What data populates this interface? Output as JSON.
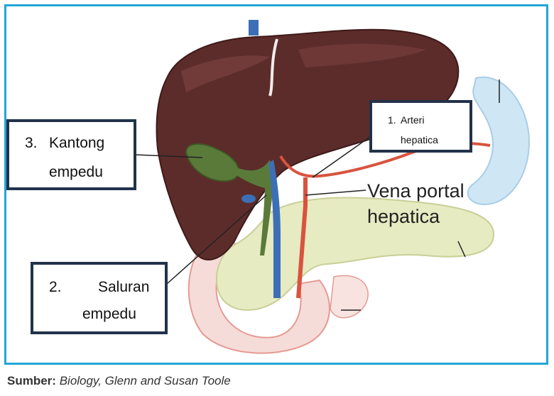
{
  "labels": {
    "kantong": {
      "number": "3.",
      "line1": "Kantong",
      "line2": "empedu"
    },
    "saluran": {
      "number": "2.",
      "line1": "Saluran",
      "line2": "empedu"
    },
    "arteri": {
      "number": "1.",
      "line1": "Arteri",
      "line2": "hepatica"
    },
    "vena": {
      "line1": "Vena portal",
      "line2": "hepatica"
    }
  },
  "source": {
    "prefix": "Sumber:",
    "text": "Biology, Glenn and Susan Toole"
  },
  "colors": {
    "frame": "#23a6d5",
    "liver": "#5c2c2b",
    "gallbladder": "#5a7a3a",
    "pancreas": "#e6ebc2",
    "spleen": "#cfe6f5",
    "duodenum": "#f6dcd8",
    "label_border": "#22324a"
  }
}
